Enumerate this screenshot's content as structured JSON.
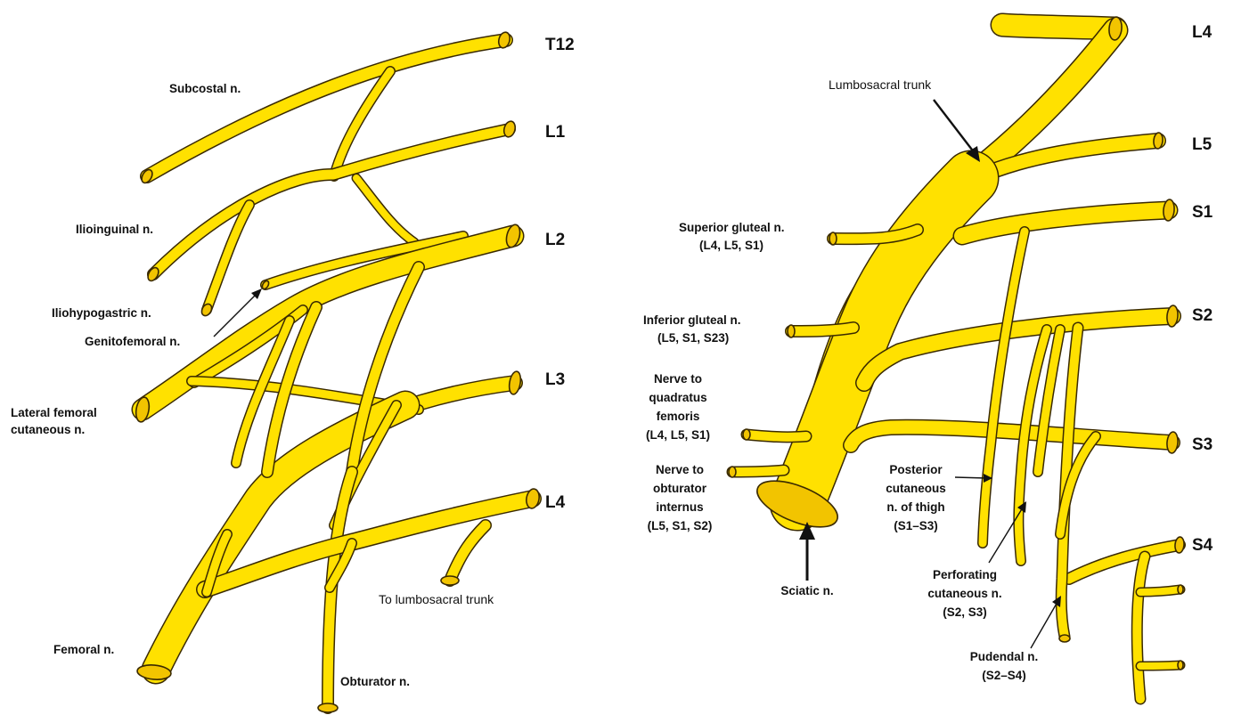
{
  "left_panel": {
    "roots": [
      "T12",
      "L1",
      "L2",
      "L3",
      "L4"
    ],
    "labels": {
      "subcostal": "Subcostal n.",
      "ilioinguinal": "Ilioinguinal n.",
      "iliohypogastric": "Iliohypogastric n.",
      "genitofemoral": "Genitofemoral n.",
      "lateral_femoral_1": "Lateral femoral",
      "lateral_femoral_2": "cutaneous n.",
      "femoral": "Femoral n.",
      "obturator": "Obturator n.",
      "lumbosacral": "To lumbosacral trunk"
    }
  },
  "right_panel": {
    "roots": [
      "L4",
      "L5",
      "S1",
      "S2",
      "S3",
      "S4"
    ],
    "labels": {
      "lumbosacral_trunk": "Lumbosacral trunk",
      "superior_gluteal_1": "Superior gluteal n.",
      "superior_gluteal_2": "(L4, L5, S1)",
      "inferior_gluteal_1": "Inferior gluteal n.",
      "inferior_gluteal_2": "(L5, S1, S23)",
      "quadratus_1": "Nerve to",
      "quadratus_2": "quadratus",
      "quadratus_3": "femoris",
      "quadratus_4": "(L4, L5, S1)",
      "obturator_int_1": "Nerve to",
      "obturator_int_2": "obturator",
      "obturator_int_3": "internus",
      "obturator_int_4": "(L5, S1, S2)",
      "sciatic": "Sciatic n.",
      "posterior_cut_1": "Posterior",
      "posterior_cut_2": "cutaneous",
      "posterior_cut_3": "n. of thigh",
      "posterior_cut_4": "(S1–S3)",
      "perforating_1": "Perforating",
      "perforating_2": "cutaneous n.",
      "perforating_3": "(S2, S3)",
      "pudendal_1": "Pudendal n.",
      "pudendal_2": "(S2–S4)"
    }
  },
  "colors": {
    "nerve_fill": "#ffe100",
    "nerve_outline": "#3a2a00",
    "nerve_cap": "#f2c400",
    "text": "#111111",
    "background": "#ffffff"
  }
}
